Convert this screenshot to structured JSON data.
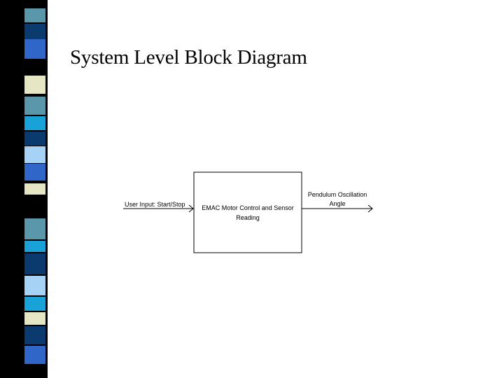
{
  "slide": {
    "title": "System Level Block Diagram"
  },
  "decoration": {
    "stripe_colors": {
      "black": "#000000",
      "teal": "#5b97ab",
      "blue": "#2f66c8",
      "navy": "#0b3a6e",
      "light_blue": "#a6d2f5",
      "beige": "#e4e6c4",
      "cyan": "#19a2d8"
    }
  },
  "diagram": {
    "input_label": "User Input: Start/Stop",
    "block_label_line1": "EMAC Motor Control and Sensor",
    "block_label_line2": "Reading",
    "output_label_line1": "Pendulum Oscillation",
    "output_label_line2": "Angle"
  }
}
